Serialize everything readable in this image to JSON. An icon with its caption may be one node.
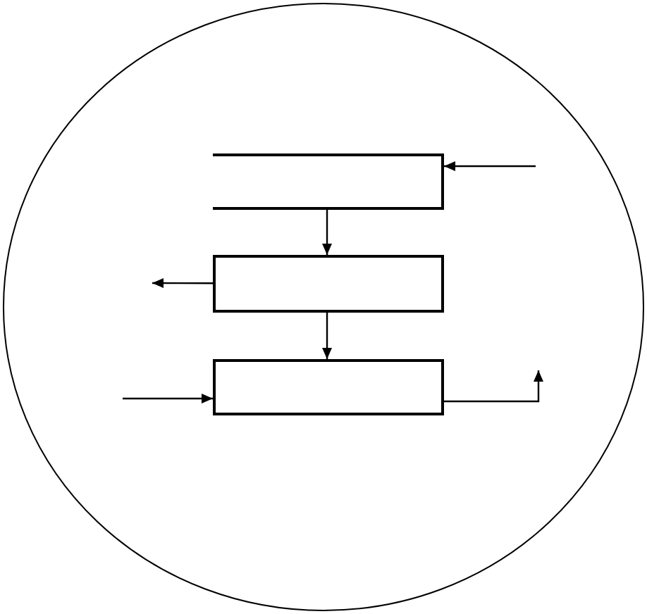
{
  "diagram": {
    "nodes": [
      {
        "text": [],
        "shape": "circle"
      },
      {
        "text": [],
        "shape": "store",
        "in": 0
      },
      {
        "text": [],
        "shape": "box",
        "in": 0
      },
      {
        "text": [],
        "shape": "box",
        "in": 0
      }
    ],
    "edges": [
      {
        "from": null,
        "to": 1,
        "arrow": "to"
      },
      {
        "from": 1,
        "to": 2,
        "arrow": "to"
      },
      {
        "from": 2,
        "to": null,
        "arrow": "to"
      },
      {
        "from": 2,
        "to": 3,
        "arrow": "to"
      },
      {
        "from": null,
        "to": 3,
        "arrow": "to"
      },
      {
        "from": 3,
        "to": null,
        "arrow": "to"
      }
    ]
  }
}
